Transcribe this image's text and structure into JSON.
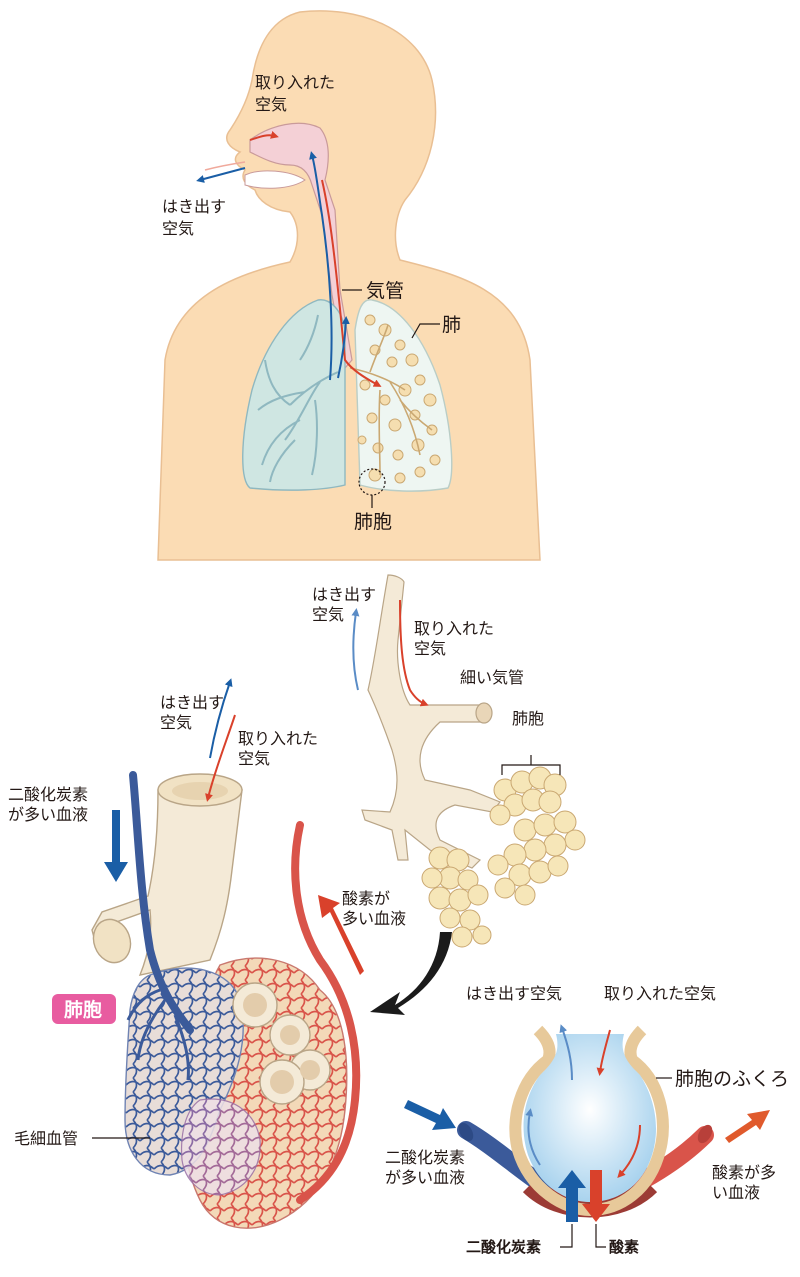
{
  "colors": {
    "skin": "#fbdcb4",
    "skin_edge": "#e9bf93",
    "lung_left": "#cfe6e2",
    "lung_right": "#eef6f2",
    "bronchi_left": "#8fb8c0",
    "alveoli": "#f5deb0",
    "alveoli_edge": "#caa872",
    "blue_arrow": "#1a5ea6",
    "red_arrow": "#d9412b",
    "vein_blue": "#3b5a9a",
    "artery_red": "#d9544a",
    "capillary_mix": "#9a6fa6",
    "badge_pink": "#e85ca0",
    "sac_fill": "#cfe8f6",
    "black_arrow": "#1b1b1b"
  },
  "top": {
    "inhaled_air": [
      "取り入れた",
      "空気"
    ],
    "exhaled_air": [
      "はき出す",
      "空気"
    ],
    "trachea": "気管",
    "lung": "肺",
    "alveolus": "肺胞"
  },
  "middle": {
    "exhaled_air": [
      "はき出す",
      "空気"
    ],
    "inhaled_air": [
      "取り入れた",
      "空気"
    ],
    "bronchiole": "細い気管",
    "alveolus": "肺胞"
  },
  "bottom_left": {
    "exhaled_air": [
      "はき出す",
      "空気"
    ],
    "inhaled_air": [
      "取り入れた",
      "空気"
    ],
    "co2_rich_blood": [
      "二酸化炭素",
      "が多い血液"
    ],
    "o2_rich_blood": [
      "酸素が",
      "多い血液"
    ],
    "alveolus_badge": "肺胞",
    "capillary": "毛細血管"
  },
  "bottom_right": {
    "exhaled_air": "はき出す空気",
    "inhaled_air": "取り入れた空気",
    "alveolar_sac": "肺胞のふくろ",
    "co2_rich_blood": [
      "二酸化炭素",
      "が多い血液"
    ],
    "o2_rich_blood": [
      "酸素が多",
      "い血液"
    ],
    "carbon_dioxide": "二酸化炭素",
    "oxygen": "酸素"
  }
}
